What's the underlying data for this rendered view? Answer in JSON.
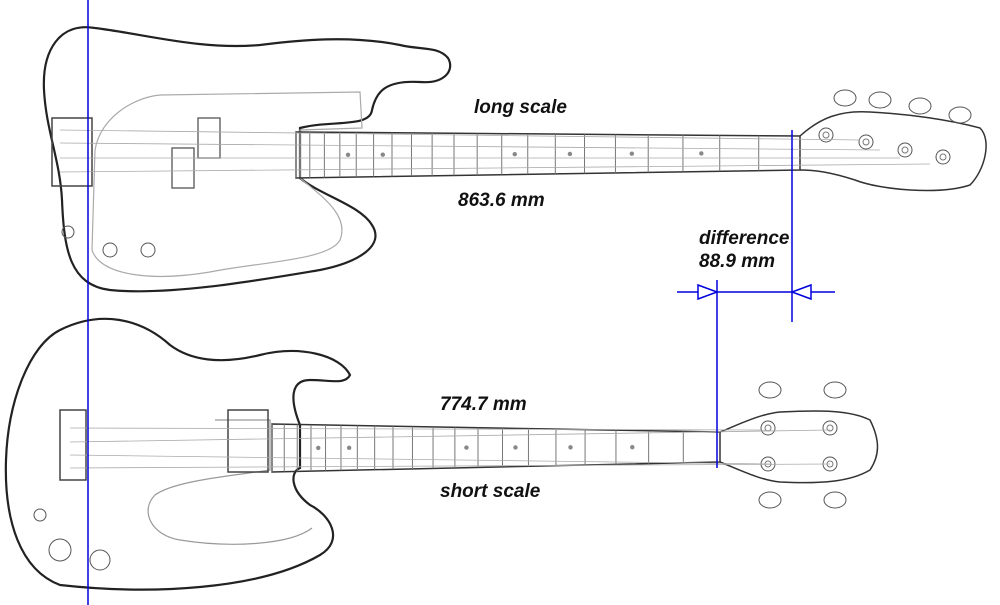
{
  "labels": {
    "long_scale": "long scale",
    "long_length": "863.6 mm",
    "difference": "difference",
    "difference_value": "88.9 mm",
    "short_length": "774.7 mm",
    "short_scale": "short scale"
  },
  "colors": {
    "dimension_line": "#0000dd",
    "outline": "#222222",
    "light_line": "#9a9a9a"
  }
}
